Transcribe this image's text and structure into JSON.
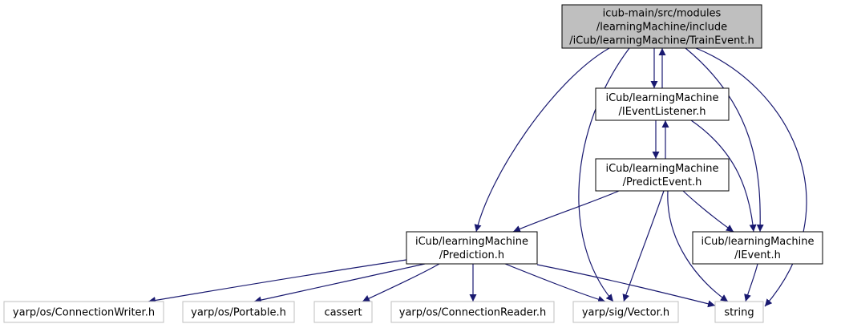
{
  "colors": {
    "edge": "#191970",
    "root_fill": "#bfbfbf",
    "node_border": "#000000",
    "ext_border": "#bfbfbf",
    "background": "#ffffff"
  },
  "nodes": [
    {
      "id": "root",
      "lines": [
        "icub-main/src/modules",
        "/learningMachine/include",
        "/iCub/learningMachine/TrainEvent.h"
      ],
      "kind": "root"
    },
    {
      "id": "listener",
      "lines": [
        "iCub/learningMachine",
        "/IEventListener.h"
      ],
      "kind": "internal"
    },
    {
      "id": "predict",
      "lines": [
        "iCub/learningMachine",
        "/PredictEvent.h"
      ],
      "kind": "internal"
    },
    {
      "id": "prediction",
      "lines": [
        "iCub/learningMachine",
        "/Prediction.h"
      ],
      "kind": "internal"
    },
    {
      "id": "ievent",
      "lines": [
        "iCub/learningMachine",
        "/IEvent.h"
      ],
      "kind": "internal"
    },
    {
      "id": "cw",
      "lines": [
        "yarp/os/ConnectionWriter.h"
      ],
      "kind": "external"
    },
    {
      "id": "portable",
      "lines": [
        "yarp/os/Portable.h"
      ],
      "kind": "external"
    },
    {
      "id": "cassert",
      "lines": [
        "cassert"
      ],
      "kind": "external"
    },
    {
      "id": "cr",
      "lines": [
        "yarp/os/ConnectionReader.h"
      ],
      "kind": "external"
    },
    {
      "id": "vector",
      "lines": [
        "yarp/sig/Vector.h"
      ],
      "kind": "external"
    },
    {
      "id": "string",
      "lines": [
        "string"
      ],
      "kind": "external"
    }
  ],
  "edges": [
    {
      "from": "root",
      "to": "listener"
    },
    {
      "from": "listener",
      "to": "root"
    },
    {
      "from": "root",
      "to": "prediction"
    },
    {
      "from": "root",
      "to": "vector"
    },
    {
      "from": "root",
      "to": "ievent"
    },
    {
      "from": "root",
      "to": "string"
    },
    {
      "from": "listener",
      "to": "predict"
    },
    {
      "from": "predict",
      "to": "listener"
    },
    {
      "from": "listener",
      "to": "ievent"
    },
    {
      "from": "predict",
      "to": "prediction"
    },
    {
      "from": "predict",
      "to": "vector"
    },
    {
      "from": "predict",
      "to": "ievent"
    },
    {
      "from": "predict",
      "to": "string"
    },
    {
      "from": "prediction",
      "to": "cw"
    },
    {
      "from": "prediction",
      "to": "portable"
    },
    {
      "from": "prediction",
      "to": "cassert"
    },
    {
      "from": "prediction",
      "to": "cr"
    },
    {
      "from": "prediction",
      "to": "vector"
    },
    {
      "from": "prediction",
      "to": "string"
    },
    {
      "from": "ievent",
      "to": "string"
    }
  ]
}
